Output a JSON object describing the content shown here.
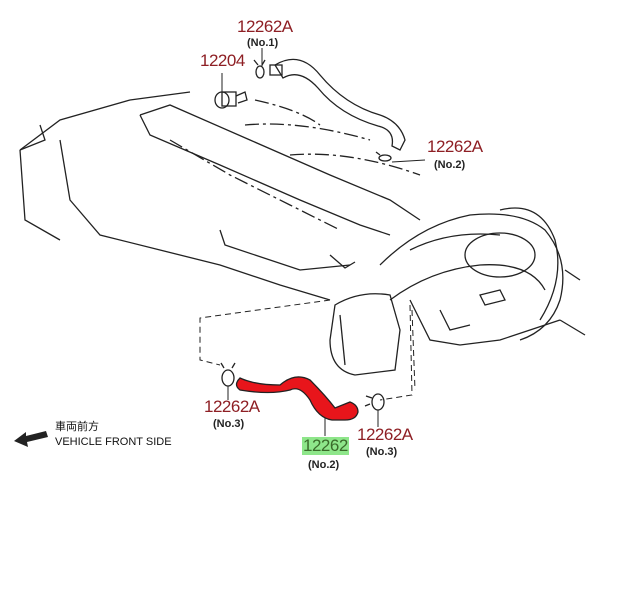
{
  "parts": [
    {
      "id": "clip-no1",
      "number": "12262A",
      "sub": "(No.1)",
      "highlighted": false
    },
    {
      "id": "valve",
      "number": "12204",
      "highlighted": false
    },
    {
      "id": "clip-no2",
      "number": "12262A",
      "sub": "(No.2)",
      "highlighted": false
    },
    {
      "id": "clip-no3-left",
      "number": "12262A",
      "sub": "(No.3)",
      "highlighted": false
    },
    {
      "id": "hose-no2",
      "number": "12262",
      "sub": "(No.2)",
      "highlighted": true
    },
    {
      "id": "clip-no3-right",
      "number": "12262A",
      "sub": "(No.3)",
      "highlighted": false
    }
  ],
  "direction": {
    "jp": "車両前方",
    "en": "VEHICLE FRONT SIDE"
  },
  "colors": {
    "label": "#8e1f24",
    "hose": "#e8151b",
    "highlight": "#8ee68a"
  }
}
